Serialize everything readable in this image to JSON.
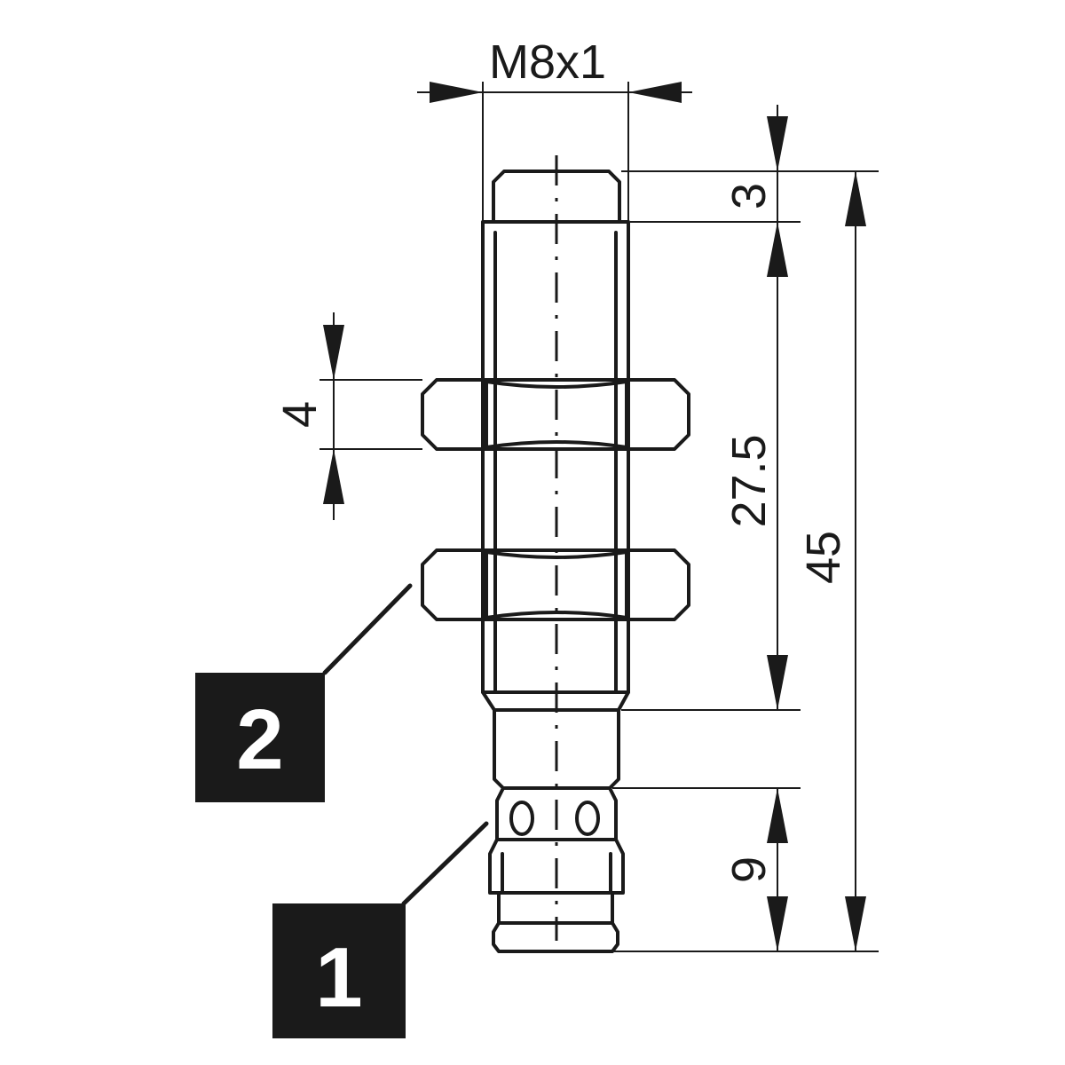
{
  "dimensions": {
    "thread": "M8x1",
    "nut_thickness": "4",
    "tip_length": "3",
    "thread_length": "27.5",
    "total_length": "45",
    "connector_length": "9"
  },
  "callouts": {
    "item_1": "1",
    "item_2": "2"
  },
  "colors": {
    "line": "#1a1a1a",
    "background": "#ffffff",
    "callout_fill": "#1a1a1a",
    "callout_text": "#ffffff"
  }
}
